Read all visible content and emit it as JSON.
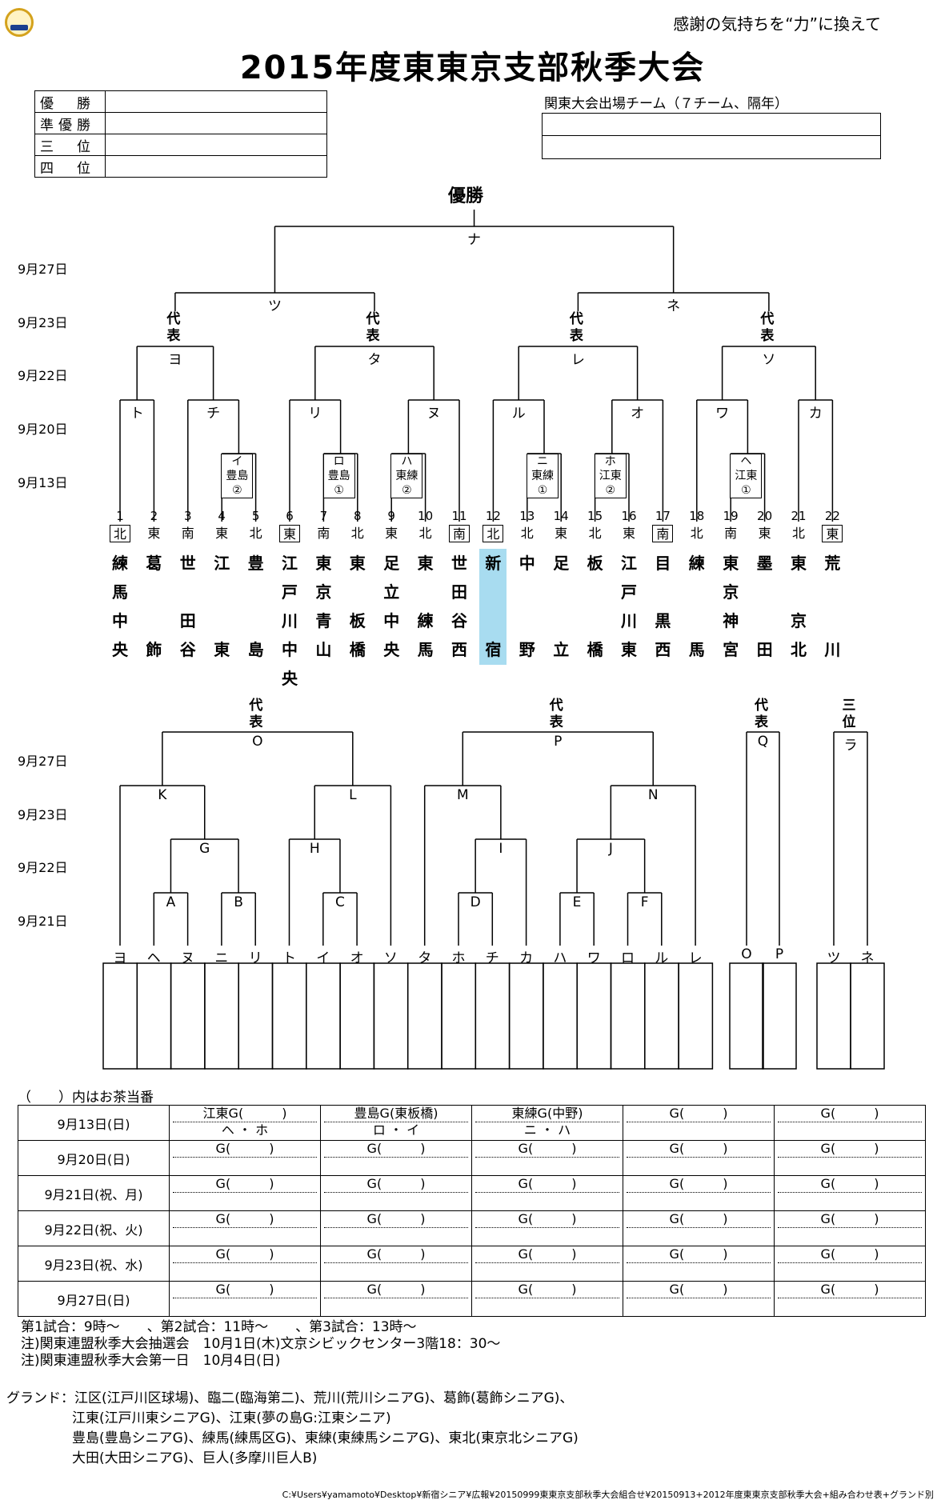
{
  "header": {
    "motto": "感謝の気持ちを“力”に換えて",
    "title": "2015年度東東京支部秋季大会"
  },
  "results": {
    "rows": [
      {
        "label": "優　勝",
        "value": ""
      },
      {
        "label": "準優勝",
        "value": ""
      },
      {
        "label": "三　位",
        "value": ""
      },
      {
        "label": "四　位",
        "value": ""
      }
    ]
  },
  "kanto": {
    "title": "関東大会出場チーム（７チーム、隔年）"
  },
  "top": {
    "champion": "優勝",
    "dates": [
      "9月27日",
      "9月23日",
      "9月22日",
      "9月20日",
      "9月13日"
    ],
    "final": "ナ",
    "semis": [
      "ツ",
      "ネ"
    ],
    "daihyo": "代表",
    "qf": [
      "ヨ",
      "タ",
      "レ",
      "ソ"
    ],
    "r3": [
      "ト",
      "チ",
      "リ",
      "ヌ",
      "ル",
      "オ",
      "ワ",
      "カ"
    ],
    "r1": [
      {
        "k": "イ",
        "g": "豊島",
        "n": "②"
      },
      {
        "k": "ロ",
        "g": "豊島",
        "n": "①"
      },
      {
        "k": "ハ",
        "g": "東練",
        "n": "②"
      },
      {
        "k": "ニ",
        "g": "東練",
        "n": "①"
      },
      {
        "k": "ホ",
        "g": "江東",
        "n": "②"
      },
      {
        "k": "ヘ",
        "g": "江東",
        "n": "①"
      }
    ],
    "teams": [
      {
        "num": "1",
        "reg": "北",
        "box": true,
        "name": [
          "練",
          "馬",
          "中",
          "央"
        ]
      },
      {
        "num": "2",
        "reg": "東",
        "box": false,
        "name": [
          "葛",
          "",
          "",
          "飾"
        ]
      },
      {
        "num": "3",
        "reg": "南",
        "box": false,
        "name": [
          "世",
          "",
          "田",
          "谷"
        ]
      },
      {
        "num": "4",
        "reg": "東",
        "box": false,
        "name": [
          "江",
          "",
          "",
          "東"
        ]
      },
      {
        "num": "5",
        "reg": "北",
        "box": false,
        "name": [
          "豊",
          "",
          "",
          "島"
        ]
      },
      {
        "num": "6",
        "reg": "東",
        "box": true,
        "name": [
          "江",
          "戸",
          "川",
          "中",
          "央"
        ]
      },
      {
        "num": "7",
        "reg": "南",
        "box": false,
        "name": [
          "東",
          "京",
          "青",
          "山"
        ]
      },
      {
        "num": "8",
        "reg": "北",
        "box": false,
        "name": [
          "東",
          "",
          "板",
          "橋"
        ]
      },
      {
        "num": "9",
        "reg": "東",
        "box": false,
        "name": [
          "足",
          "立",
          "中",
          "央"
        ]
      },
      {
        "num": "10",
        "reg": "北",
        "box": false,
        "name": [
          "東",
          "",
          "練",
          "馬"
        ]
      },
      {
        "num": "11",
        "reg": "南",
        "box": true,
        "name": [
          "世",
          "田",
          "谷",
          "西"
        ]
      },
      {
        "num": "12",
        "reg": "北",
        "box": true,
        "name": [
          "新",
          "",
          "",
          "宿"
        ]
      },
      {
        "num": "13",
        "reg": "北",
        "box": false,
        "name": [
          "中",
          "",
          "",
          "野"
        ]
      },
      {
        "num": "14",
        "reg": "東",
        "box": false,
        "name": [
          "足",
          "",
          "",
          "立"
        ]
      },
      {
        "num": "15",
        "reg": "北",
        "box": false,
        "name": [
          "板",
          "",
          "",
          "橋"
        ]
      },
      {
        "num": "16",
        "reg": "東",
        "box": false,
        "name": [
          "江",
          "戸",
          "川",
          "東"
        ]
      },
      {
        "num": "17",
        "reg": "南",
        "box": true,
        "name": [
          "目",
          "",
          "黒",
          "西"
        ]
      },
      {
        "num": "18",
        "reg": "北",
        "box": false,
        "name": [
          "練",
          "",
          "",
          "馬"
        ]
      },
      {
        "num": "19",
        "reg": "南",
        "box": false,
        "name": [
          "東",
          "京",
          "神",
          "宮"
        ]
      },
      {
        "num": "20",
        "reg": "東",
        "box": false,
        "name": [
          "墨",
          "",
          "",
          "田"
        ]
      },
      {
        "num": "21",
        "reg": "北",
        "box": false,
        "name": [
          "東",
          "",
          "京",
          "北"
        ]
      },
      {
        "num": "22",
        "reg": "東",
        "box": true,
        "name": [
          "荒",
          "",
          "",
          "川"
        ]
      }
    ]
  },
  "bottom": {
    "dates": [
      "9月27日",
      "9月23日",
      "9月22日",
      "9月21日"
    ],
    "daihyo": "代表",
    "third": "三位",
    "finals": [
      "O",
      "P",
      "Q",
      "ラ"
    ],
    "r3": [
      "K",
      "L",
      "M",
      "N"
    ],
    "r2": [
      "G",
      "H",
      "I",
      "J"
    ],
    "r1": [
      "A",
      "B",
      "C",
      "D",
      "E",
      "F"
    ],
    "slots": [
      "ヨ",
      "ヘ",
      "ヌ",
      "ニ",
      "リ",
      "ト",
      "イ",
      "オ",
      "ソ",
      "タ",
      "ホ",
      "チ",
      "カ",
      "ハ",
      "ワ",
      "ロ",
      "ル",
      "レ"
    ],
    "slots2": [
      "O",
      "P"
    ],
    "slots3": [
      "ツ",
      "ネ"
    ]
  },
  "schedule": {
    "caption": "（　　）内はお茶当番",
    "rows": [
      {
        "date": "9月13日(日)",
        "cells": [
          {
            "t": "江東G(　　　)",
            "b": "ヘ ・ ホ"
          },
          {
            "t": "豊島G(東板橋)",
            "b": "ロ ・ イ"
          },
          {
            "t": "東練G(中野)",
            "b": "ニ ・ ハ"
          },
          {
            "t": "G(　　　)",
            "b": ""
          },
          {
            "t": "G(　　　)",
            "b": ""
          }
        ]
      },
      {
        "date": "9月20日(日)",
        "cells": [
          {
            "t": "G(　　　)",
            "b": ""
          },
          {
            "t": "G(　　　)",
            "b": ""
          },
          {
            "t": "G(　　　)",
            "b": ""
          },
          {
            "t": "G(　　　)",
            "b": ""
          },
          {
            "t": "G(　　　)",
            "b": ""
          }
        ]
      },
      {
        "date": "9月21日(祝、月)",
        "cells": [
          {
            "t": "G(　　　)",
            "b": ""
          },
          {
            "t": "G(　　　)",
            "b": ""
          },
          {
            "t": "G(　　　)",
            "b": ""
          },
          {
            "t": "G(　　　)",
            "b": ""
          },
          {
            "t": "G(　　　)",
            "b": ""
          }
        ]
      },
      {
        "date": "9月22日(祝、火)",
        "cells": [
          {
            "t": "G(　　　)",
            "b": ""
          },
          {
            "t": "G(　　　)",
            "b": ""
          },
          {
            "t": "G(　　　)",
            "b": ""
          },
          {
            "t": "G(　　　)",
            "b": ""
          },
          {
            "t": "G(　　　)",
            "b": ""
          }
        ]
      },
      {
        "date": "9月23日(祝、水)",
        "cells": [
          {
            "t": "G(　　　)",
            "b": ""
          },
          {
            "t": "G(　　　)",
            "b": ""
          },
          {
            "t": "G(　　　)",
            "b": ""
          },
          {
            "t": "G(　　　)",
            "b": ""
          },
          {
            "t": "G(　　　)",
            "b": ""
          }
        ]
      },
      {
        "date": "9月27日(日)",
        "cells": [
          {
            "t": "G(　　　)",
            "b": ""
          },
          {
            "t": "G(　　　)",
            "b": ""
          },
          {
            "t": "G(　　　)",
            "b": ""
          },
          {
            "t": "G(　　　)",
            "b": ""
          },
          {
            "t": "G(　　　)",
            "b": ""
          }
        ]
      }
    ]
  },
  "notes": [
    "第1試合：9時～　　、第2試合：11時～　　、第3試合：13時～",
    "注)関東連盟秋季大会抽選会　10月1日(木)文京シビックセンター3階18：30～",
    "注)関東連盟秋季大会第一日　10月4日(日)"
  ],
  "grounds": {
    "label": "グランド：",
    "lines": [
      "江区(江戸川区球場)、臨二(臨海第二)、荒川(荒川シニアG)、葛飾(葛飾シニアG)、",
      "江東(江戸川東シニアG)、江東(夢の島G:江東シニア)",
      "豊島(豊島シニアG)、練馬(練馬区G)、東練(東練馬シニアG)、東北(東京北シニアG)",
      "大田(大田シニアG)、巨人(多摩川巨人B)"
    ]
  },
  "footer": {
    "path": "C:¥Users¥yamamoto¥Desktop¥新宿シニア¥広報¥20150999東東京支部秋季大会組合せ¥20150913+2012年度東東京支部秋季大会+組み合わせ表+グランド別"
  },
  "colors": {
    "highlight": "#a8dcf0",
    "logo_blue": "#1b3f8f",
    "logo_gold": "#d4a21c"
  }
}
